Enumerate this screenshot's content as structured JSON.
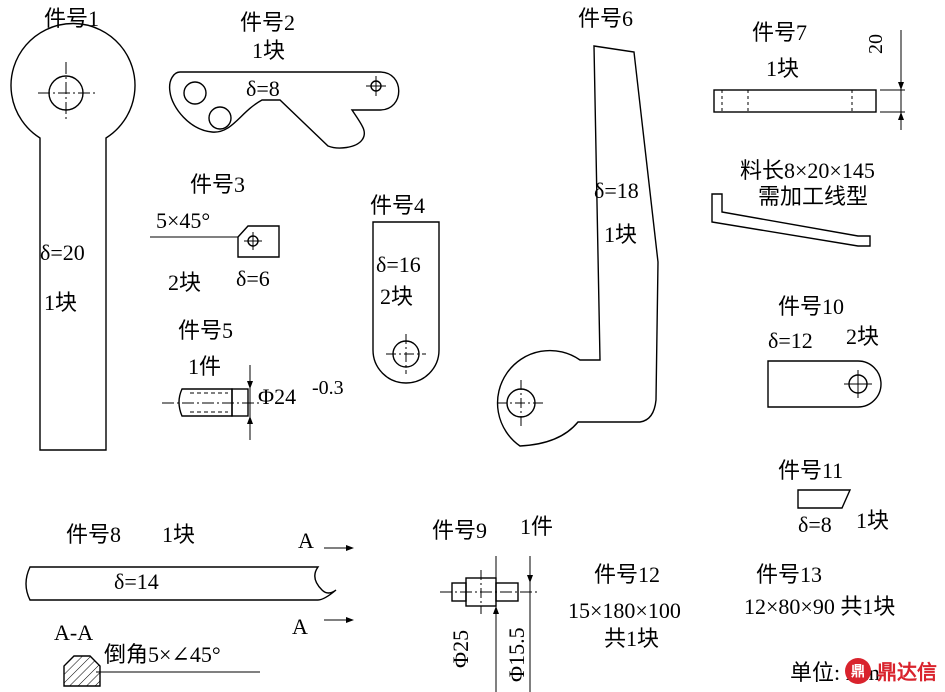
{
  "parts": {
    "p1": {
      "title": "件号1",
      "thickness": "δ=20",
      "qty": "1块"
    },
    "p2": {
      "title": "件号2",
      "qty": "1块",
      "thickness": "δ=8"
    },
    "p3": {
      "title": "件号3",
      "chamfer": "5×45°",
      "qty": "2块",
      "thickness": "δ=6"
    },
    "p4": {
      "title": "件号4",
      "thickness": "δ=16",
      "qty": "2块"
    },
    "p5": {
      "title": "件号5",
      "qty": "1件",
      "diameter": "Φ24",
      "tolerance": "-0.3"
    },
    "p6": {
      "title": "件号6",
      "thickness": "δ=18",
      "qty": "1块"
    },
    "p7": {
      "title": "件号7",
      "qty": "1块",
      "dim_20": "20",
      "material_length": "料长8×20×145",
      "note": "需加工线型"
    },
    "p8": {
      "title": "件号8",
      "qty": "1块",
      "thickness": "δ=14",
      "section_mark": "A",
      "section_view": "A-A",
      "chamfer_note": "倒角5×∠45°"
    },
    "p9": {
      "title": "件号9",
      "qty": "1件",
      "diameter_large": "Φ25",
      "diameter_small": "Φ15.5"
    },
    "p10": {
      "title": "件号10",
      "thickness": "δ=12",
      "qty": "2块"
    },
    "p11": {
      "title": "件号11",
      "thickness": "δ=8",
      "qty": "1块"
    },
    "p12": {
      "title": "件号12",
      "size": "15×180×100",
      "qty": "共1块"
    },
    "p13": {
      "title": "件号13",
      "size": "12×80×90 共1块"
    }
  },
  "unit": "单位: mm",
  "watermark": {
    "text": "鼎达信",
    "logo_glyph": "鼎"
  }
}
